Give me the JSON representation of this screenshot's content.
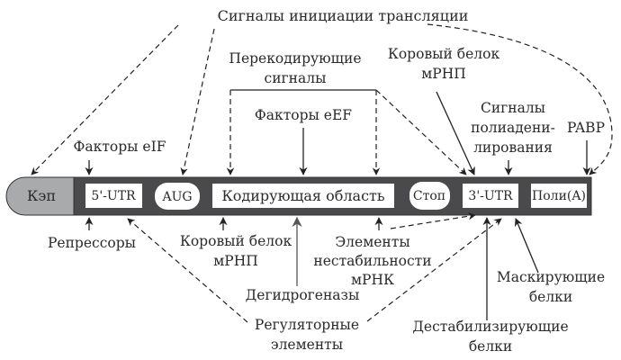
{
  "title": "Сигналы инициации трансляции",
  "mrna": {
    "cap": "Кэп",
    "utr5": "5'-UTR",
    "aug": "AUG",
    "coding": "Кодирующая область",
    "stop": "Стоп",
    "utr3": "3'-UTR",
    "polya": "Поли(A)"
  },
  "top_labels": {
    "recoding_1": "Перекодирующие",
    "recoding_2": "сигналы",
    "eef": "Факторы eEF",
    "eif": "Факторы eIF",
    "core_top_1": "Коровый белок",
    "core_top_2": "мРНП",
    "polyad_1": "Сигналы",
    "polyad_2": "полиадени-",
    "polyad_3": "лирования",
    "pabp": "PABP"
  },
  "bottom_labels": {
    "repressors": "Репрессоры",
    "core_bottom_1": "Коровый белок",
    "core_bottom_2": "мРНП",
    "instab_1": "Элементы",
    "instab_2": "нестабильности",
    "instab_3": "мРНК",
    "dehydro": "Дегидрогеназы",
    "regul_1": "Регуляторные",
    "regul_2": "элементы",
    "masking_1": "Маскирующие",
    "masking_2": "белки",
    "destab_1": "Дестабилизирующие",
    "destab_2": "белки"
  },
  "colors": {
    "strand": "#4a4a4c",
    "cap": "#a9aaac",
    "box": "#ffffff",
    "ink": "#222222"
  }
}
